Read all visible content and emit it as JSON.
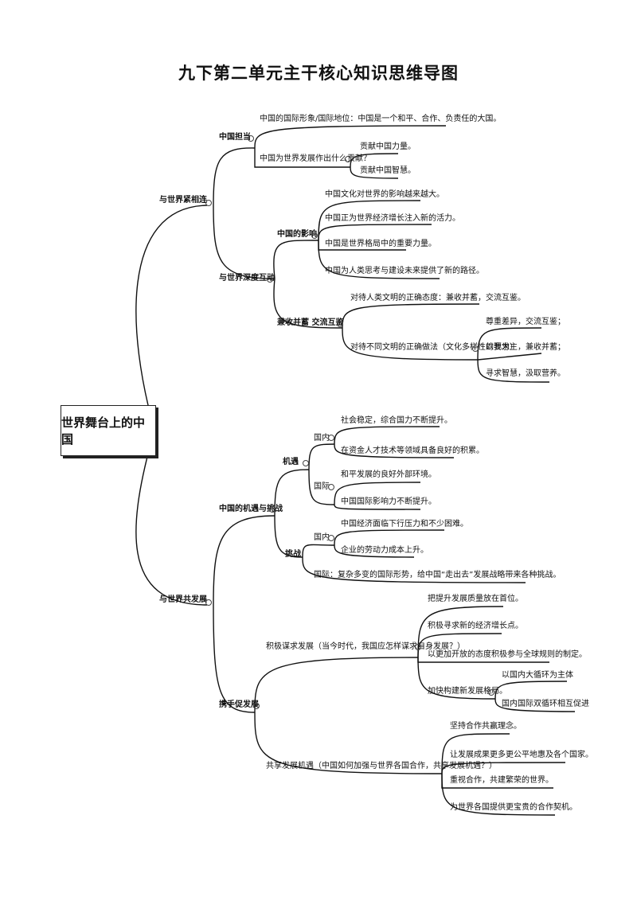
{
  "title": "九下第二单元主干核心知识思维导图",
  "root": "世界舞台上的中国",
  "nodes": {
    "n1": "与世界紧相连",
    "n11": "中国担当",
    "n111": "中国的国际形象/国际地位：中国是一个和平、合作、负责任的大国。",
    "n112": "中国为世界发展作出什么贡献？",
    "n1121": "贡献中国力量。",
    "n1122": "贡献中国智慧。",
    "n12": "与世界深度互动",
    "n121": "中国的影响",
    "n1211": "中国文化对世界的影响越来越大。",
    "n1212": "中国正为世界经济增长注入新的活力。",
    "n1213": "中国是世界格局中的重要力量。",
    "n1214": "中国为人类思考与建设未来提供了新的路径。",
    "n122": "兼收并蓄 交流互鉴",
    "n1221": "对待人类文明的正确态度：兼收并蓄，交流互鉴。",
    "n1222": "对待不同文明的正确做法（文化多样性的要求）",
    "n12221": "尊重差异，交流互鉴；",
    "n12222": "以我为主，兼收并蓄；",
    "n12223": "寻求智慧，汲取营养。",
    "n2": "与世界共发展",
    "n21": "中国的机遇与挑战",
    "n211": "机遇",
    "n2111": "国内",
    "n21111": "社会稳定，综合国力不断提升。",
    "n21112": "在资金人才技术等领域具备良好的积累。",
    "n2112": "国际",
    "n21121": "和平发展的良好外部环境。",
    "n21122": "中国国际影响力不断提升。",
    "n212": "挑战",
    "n2121": "国内",
    "n21211": "中国经济面临下行压力和不少困难。",
    "n21212": "企业的劳动力成本上升。",
    "n2122": "国际：复杂多变的国际形势，给中国“走出去”发展战略带来各种挑战。",
    "n22": "携手促发展",
    "n221": "积极谋求发展（当今时代，我国应怎样谋求自身发展？）",
    "n2211": "把提升发展质量放在首位。",
    "n2212": "积极寻求新的经济增长点。",
    "n2213": "以更加开放的态度积极参与全球规则的制定。",
    "n2214": "加快构建新发展格局。",
    "n22141": "以国内大循环为主体",
    "n22142": "国内国际双循环相互促进",
    "n222": "共享发展机遇（中国如何加强与世界各国合作，共享发展机遇？）",
    "n2221": "坚持合作共赢理念。",
    "n2222": "让发展成果更多更公平地惠及各个国家。",
    "n2223": "重视合作，共建繁荣的世界。",
    "n2224": "为世界各国提供更宝贵的合作契机。"
  }
}
